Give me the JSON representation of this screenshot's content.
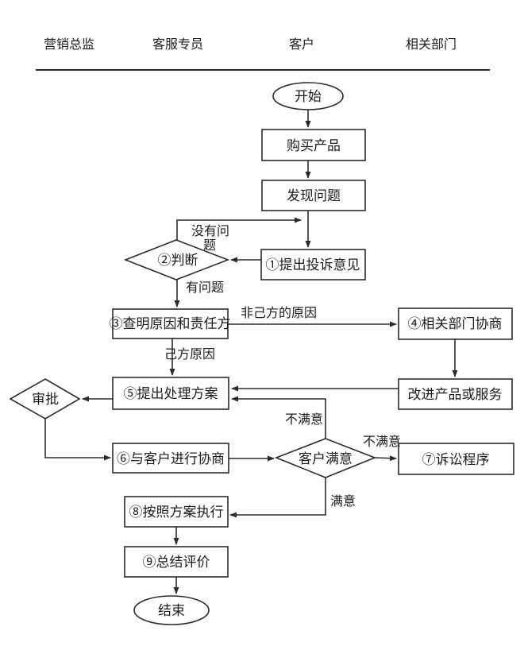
{
  "header": {
    "lanes": [
      {
        "label": "营销总监"
      },
      {
        "label": "客服专员"
      },
      {
        "label": "客户"
      },
      {
        "label": "相关部门"
      }
    ]
  },
  "nodes": {
    "start": "开始",
    "buy_product": "购买产品",
    "find_problem": "发现问题",
    "submit_complaint": "①提出投诉意见",
    "judge": "②判断",
    "find_cause": "③查明原因和责任方",
    "dept_negotiate": "④相关部门协商",
    "improve_product": "改进产品或服务",
    "propose_plan": "⑤提出处理方案",
    "approve": "审批",
    "negotiate_customer": "⑥与客户进行协商",
    "customer_satisfied": "客户满意",
    "lawsuit": "⑦诉讼程序",
    "execute_plan": "⑧按照方案执行",
    "summary_review": "⑨总结评价",
    "end": "结束"
  },
  "edge_labels": {
    "no_problem_line1": "没有问",
    "no_problem_line2": "题",
    "has_problem": "有问题",
    "not_own_cause": "非己方的原因",
    "own_cause": "己方原因",
    "dissatisfied_to_plan": "不满意",
    "dissatisfied_to_lawsuit": "不满意",
    "satisfied": "满意"
  },
  "colors": {
    "line": "#2b2b2b",
    "text": "#1c1c1c",
    "background": "#ffffff"
  }
}
